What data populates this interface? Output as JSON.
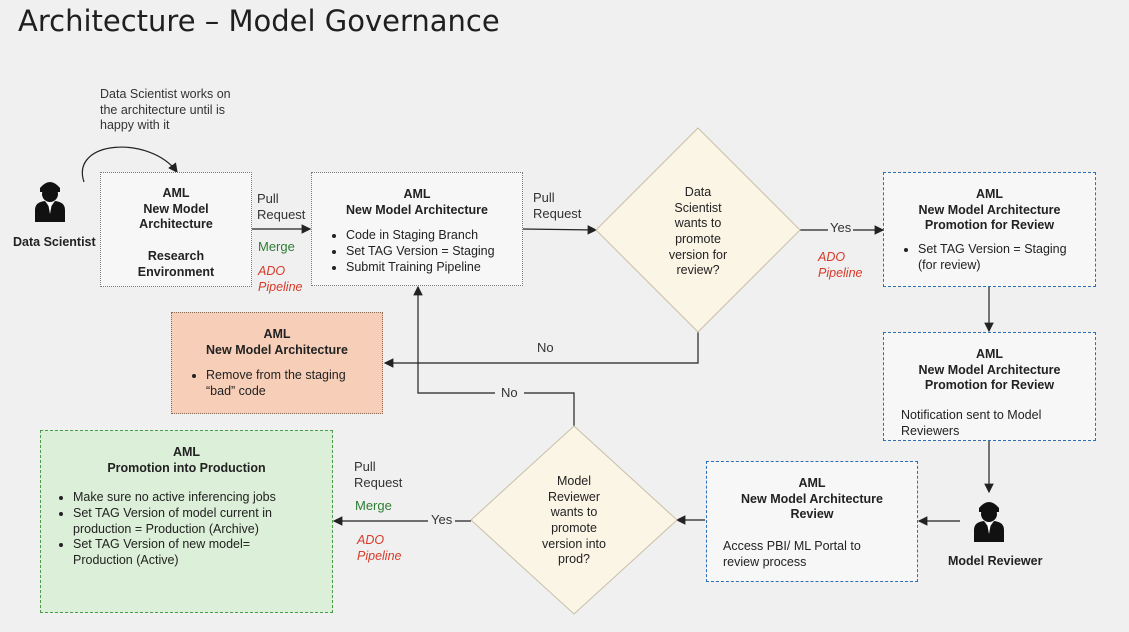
{
  "title": "Architecture – Model Governance",
  "note": "Data Scientist works on the architecture until is happy with it",
  "actors": {
    "data_scientist": "Data Scientist",
    "model_reviewer": "Model Reviewer"
  },
  "box_research": {
    "line1": "AML",
    "line2": "New Model",
    "line3": "Architecture",
    "line4": "Research",
    "line5": "Environment"
  },
  "box_staging": {
    "line1": "AML",
    "line2": "New Model Architecture",
    "bullets": [
      "Code in Staging Branch",
      "Set TAG Version = Staging",
      "Submit Training Pipeline"
    ]
  },
  "box_promo1": {
    "line1": "AML",
    "line2": "New Model Architecture",
    "line3": "Promotion for Review",
    "bullets": [
      "Set TAG Version = Staging (for review)"
    ]
  },
  "box_promo2": {
    "line1": "AML",
    "line2": "New Model Architecture",
    "line3": "Promotion for Review",
    "text": "Notification sent to Model Reviewers"
  },
  "box_remove": {
    "line1": "AML",
    "line2": "New Model Architecture",
    "bullets": [
      "Remove from the staging “bad” code"
    ]
  },
  "box_review": {
    "line1": "AML",
    "line2": "New Model Architecture",
    "line3": "Review",
    "text": "Access PBI/ ML Portal to review process"
  },
  "box_prod": {
    "line1": "AML",
    "line2": "Promotion into Production",
    "bullets": [
      "Make sure no active inferencing jobs",
      "Set TAG Version of model current in production = Production (Archive)",
      "Set TAG Version of new model= Production (Active)"
    ]
  },
  "decision1": "Data Scientist wants to promote version for review?",
  "decision2": "Model Reviewer wants to promote version into prod?",
  "edges": {
    "pull_request": "Pull Request",
    "merge": "Merge",
    "ado_pipeline": "ADO Pipeline",
    "yes": "Yes",
    "no": "No"
  }
}
